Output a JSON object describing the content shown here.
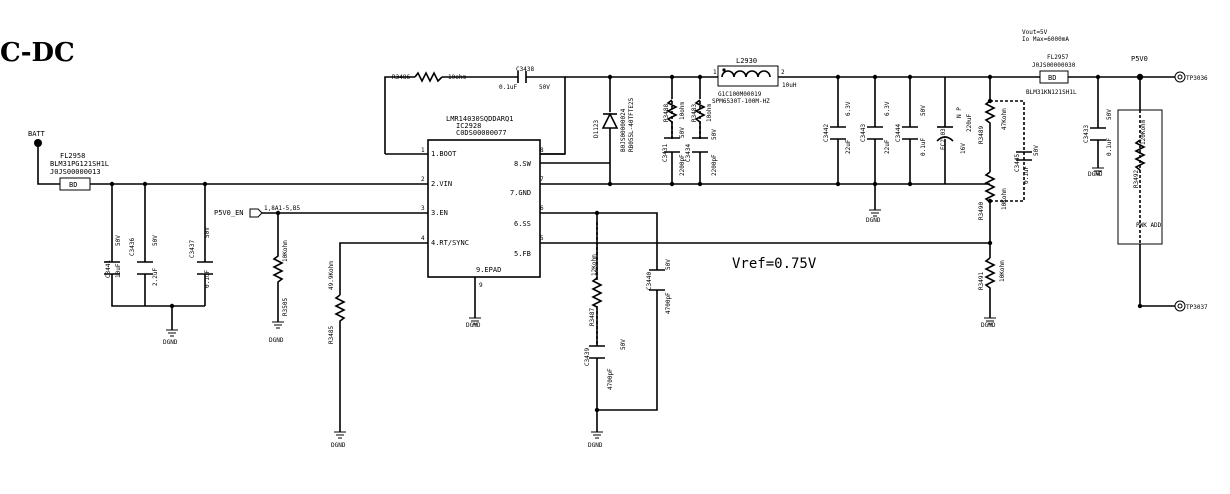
{
  "title": "C-DC",
  "annotation": {
    "vout": "Vout=5V",
    "io_max": "Io Max=6000mA",
    "vref": "Vref=0.75V"
  },
  "nets": {
    "batt": "BATT",
    "p5v0": "P5V0",
    "p5v0_en": "P5V0_EN",
    "en_ref": "1,8A1-5,B5",
    "gnd": "DGND"
  },
  "test_points": [
    "TP3036",
    "TP3037"
  ],
  "ic": {
    "part": "LMR14030SQDDARQ1",
    "ref": "IC2928",
    "code": "C0DS00000077",
    "pins_left": [
      {
        "num": "1",
        "name": "1.BOOT"
      },
      {
        "num": "2",
        "name": "2.VIN"
      },
      {
        "num": "3",
        "name": "3.EN"
      },
      {
        "num": "4",
        "name": "4.RT/SYNC"
      }
    ],
    "pins_right": [
      {
        "num": "8",
        "name": "8.SW"
      },
      {
        "num": "7",
        "name": "7.GND"
      },
      {
        "num": "6",
        "name": "6.SS"
      },
      {
        "num": "5",
        "name": "5.FB"
      }
    ],
    "pin_bottom": {
      "num": "9",
      "name": "9.EPAD"
    }
  },
  "components": {
    "fl2958": {
      "ref": "FL2958",
      "part": "BLM31PG121SH1L",
      "code": "J0JS00000013",
      "body": "BD"
    },
    "fl2957": {
      "ref": "FL2957",
      "part": "J0JS00000030",
      "code": "BLM31KN121SH1L",
      "body": "BD"
    },
    "c3441": {
      "ref": "C3441",
      "value": "10uF",
      "rating": "50V"
    },
    "c3436": {
      "ref": "C3436",
      "value": "2.2uF",
      "rating": "50V"
    },
    "c3437": {
      "ref": "C3437",
      "value": "0.1uF",
      "rating": "50V"
    },
    "c3438": {
      "ref": "C3438",
      "value": "0.1uF",
      "rating": "50V"
    },
    "r3486": {
      "ref": "R3486",
      "value": "10ohm"
    },
    "r3505": {
      "ref": "R3505",
      "value": "10Kohm"
    },
    "r3485": {
      "ref": "R3485",
      "value": "49.9Kohm"
    },
    "d1123": {
      "ref": "D1123",
      "code": "B0JS00000024",
      "part": "RB055L-40TFTE25"
    },
    "r3488": {
      "ref": "R3488",
      "value": "10ohm"
    },
    "c3431": {
      "ref": "C3431",
      "value": "2200pF",
      "rating": "50V"
    },
    "r3483": {
      "ref": "R3483",
      "value": "10ohm"
    },
    "c3434": {
      "ref": "C3434",
      "value": "2200pF",
      "rating": "50V"
    },
    "l2930": {
      "ref": "L2930",
      "value": "10uH",
      "code": "G1C100M00019",
      "part": "SPM6530T-100M-HZ",
      "pin1": "1",
      "pin2": "2"
    },
    "c3442": {
      "ref": "C3442",
      "value": "22uF",
      "rating": "6.3V"
    },
    "c3443": {
      "ref": "C3443",
      "value": "22uF",
      "rating": "6.3V"
    },
    "c3444": {
      "ref": "C3444",
      "value": "0.1uF",
      "rating": "50V"
    },
    "ec": {
      "ref": "EC2103",
      "value": "220uF",
      "rating": "16V",
      "note": "N P"
    },
    "r3489": {
      "ref": "R3489",
      "value": "47Kohm"
    },
    "r3490": {
      "ref": "R3490",
      "value": "10Kohm"
    },
    "r3491": {
      "ref": "R3491",
      "value": "10Kohm"
    },
    "c3445": {
      "ref": "C3445",
      "value": "0.1uF",
      "rating": "50V"
    },
    "c3433": {
      "ref": "C3433",
      "value": "0.1uF",
      "rating": "50V"
    },
    "c3440": {
      "ref": "C3440",
      "value": "4700pF",
      "rating": "50V"
    },
    "c3439": {
      "ref": "C3439",
      "value": "4700pF",
      "rating": "50V"
    },
    "r3487": {
      "ref": "R3487",
      "value": "12Kohm"
    },
    "r3492": {
      "ref": "R3492",
      "value": "120Kohm"
    },
    "pwk": {
      "label": "PWK ADD"
    }
  }
}
